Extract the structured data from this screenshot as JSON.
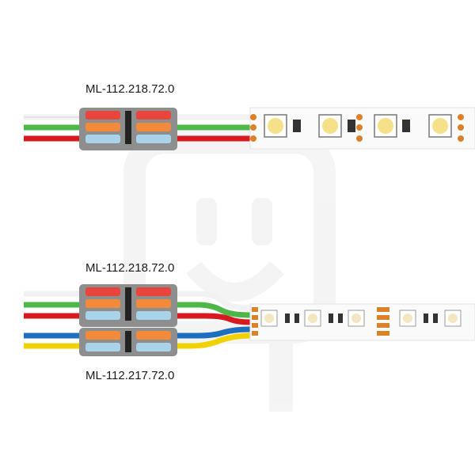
{
  "labels": {
    "connector_top": "ML-112.218.72.0",
    "connector_middle": "ML-112.218.72.0",
    "connector_bottom": "ML-112.217.72.0"
  },
  "colors": {
    "wire_white": "#f2f2f2",
    "wire_green": "#4db848",
    "wire_red": "#d71920",
    "wire_blue": "#1f6fbf",
    "wire_yellow": "#f2d100",
    "connector_body": "#8e8e8e",
    "lever_red": "#e8453c",
    "lever_orange": "#f28a3c",
    "lever_blue": "#a9d3e8",
    "strip_pad": "#d9822b",
    "led_warm": "#f7e08a",
    "watermark": "#ececec"
  },
  "icons": {
    "watermark": "plug-icon",
    "led": "smd-led-icon"
  }
}
